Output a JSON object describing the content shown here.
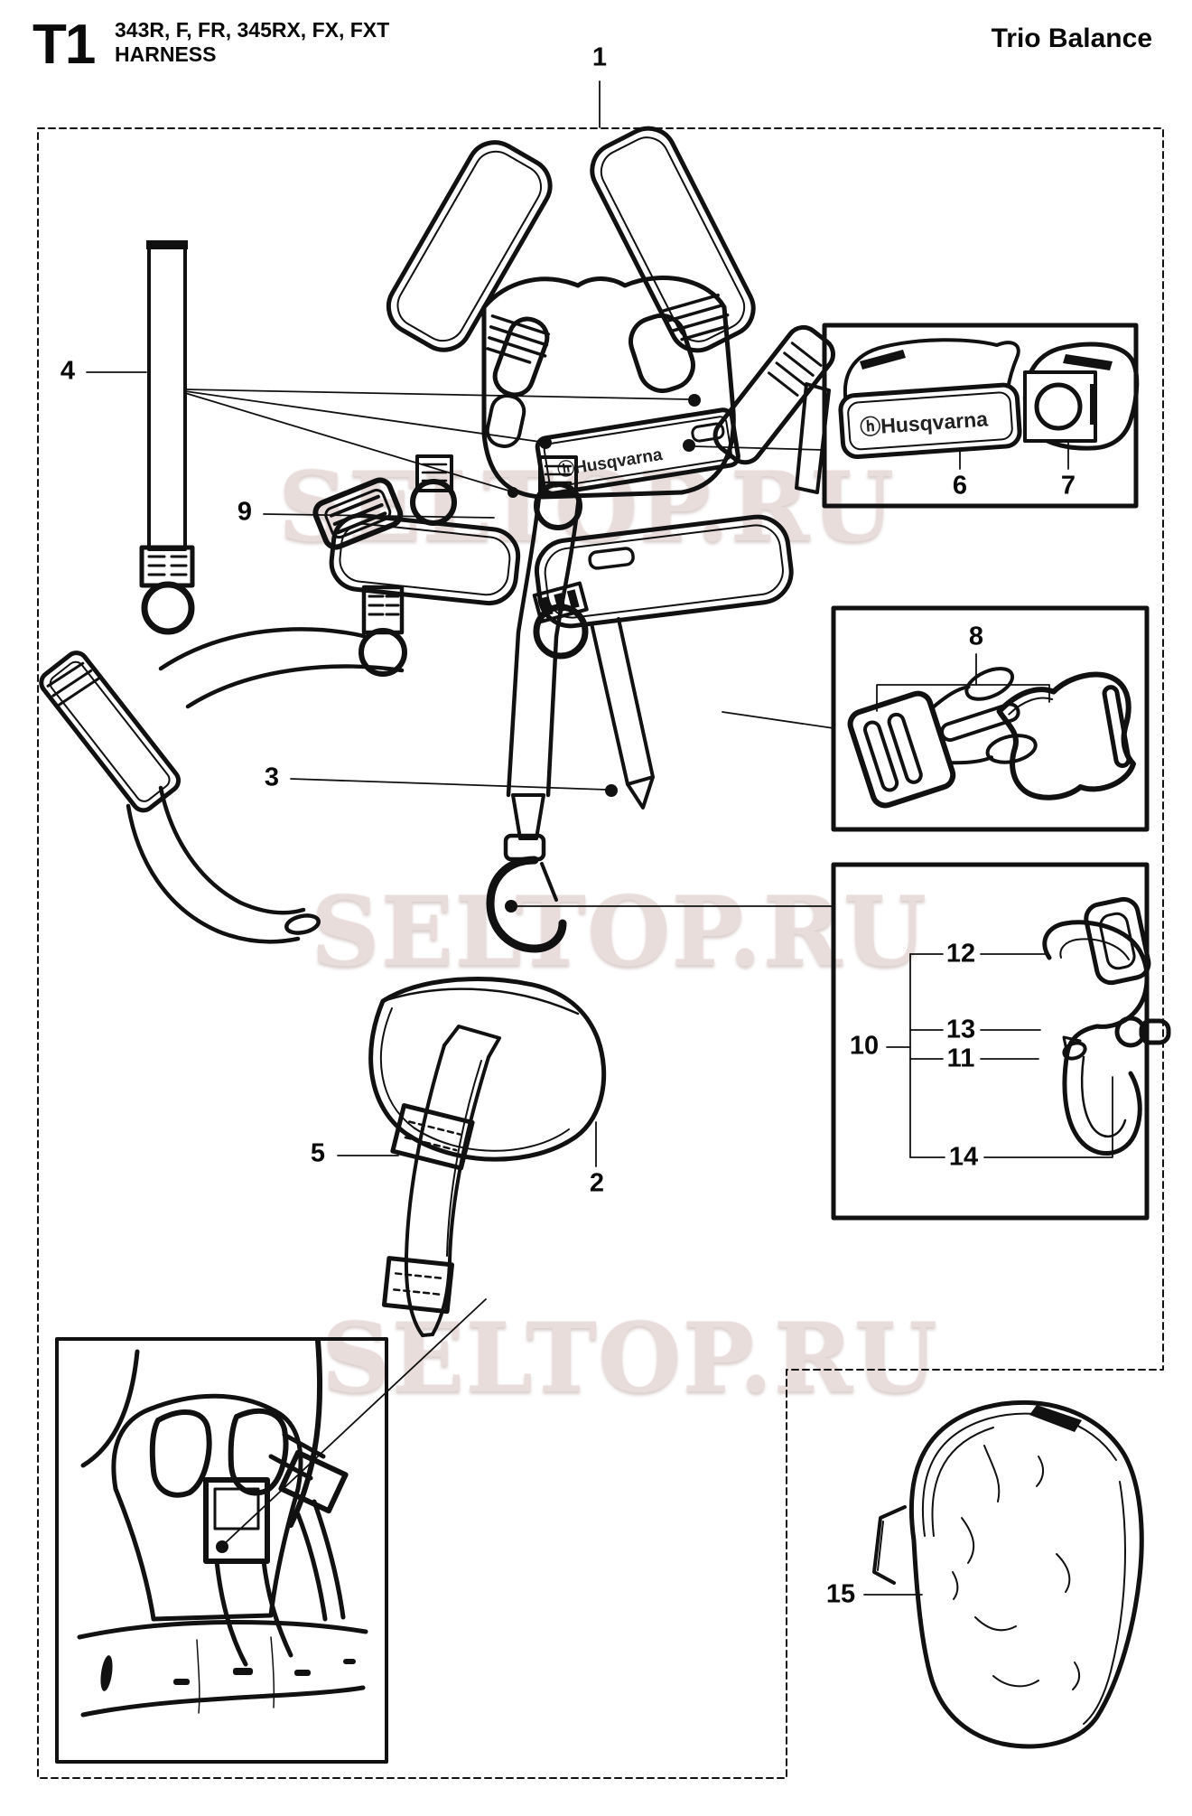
{
  "header": {
    "code": "T1",
    "models": "343R, F, FR, 345RX, FX, FXT",
    "subtitle": "HARNESS",
    "product_name": "Trio Balance"
  },
  "watermark": {
    "text": "SELTOP.RU",
    "color": "#e9dddb"
  },
  "brand": {
    "harness_label": "ⓗHusqvarna",
    "pad_label": "ⓗHusqvarna"
  },
  "colors": {
    "ink": "#111111",
    "background": "#ffffff",
    "watermark": "#e9dddb"
  },
  "callouts": [
    {
      "label": "1"
    },
    {
      "label": "2"
    },
    {
      "label": "3"
    },
    {
      "label": "4"
    },
    {
      "label": "5"
    },
    {
      "label": "6"
    },
    {
      "label": "7"
    },
    {
      "label": "8"
    },
    {
      "label": "9"
    },
    {
      "label": "10"
    },
    {
      "label": "11"
    },
    {
      "label": "12"
    },
    {
      "label": "13"
    },
    {
      "label": "14"
    },
    {
      "label": "15"
    }
  ]
}
